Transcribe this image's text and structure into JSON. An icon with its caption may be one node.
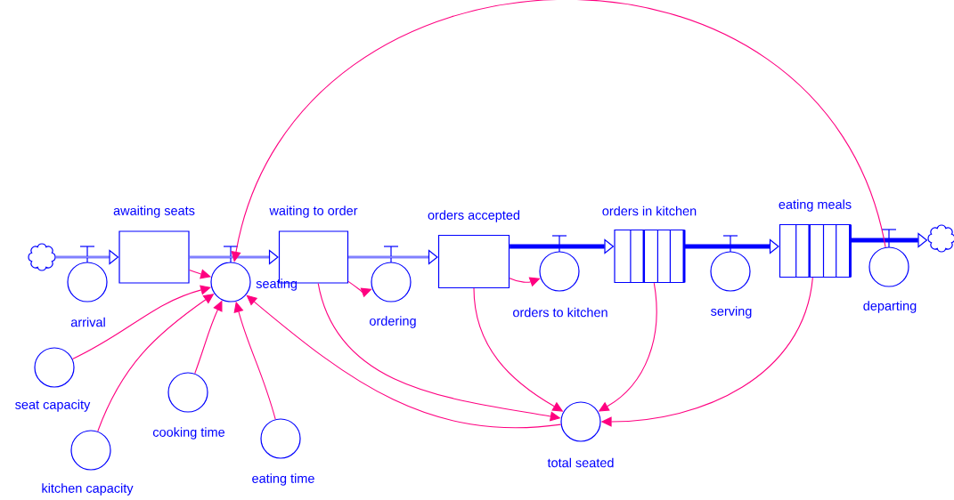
{
  "diagram": {
    "nodes": [
      {
        "text": [],
        "shape": "cloud"
      },
      {
        "text": [
          "awaiting seats"
        ]
      },
      {
        "text": [
          "waiting to order"
        ]
      },
      {
        "text": [
          "orders accepted"
        ]
      },
      {
        "text": [
          "orders in kitchen"
        ]
      },
      {
        "text": [
          "eating meals"
        ]
      },
      {
        "text": [],
        "shape": "cloud"
      },
      {
        "text": [
          "arrival"
        ]
      },
      {
        "text": [
          "seating"
        ]
      },
      {
        "text": [
          "ordering"
        ]
      },
      {
        "text": [
          "orders to kitchen"
        ]
      },
      {
        "text": [
          "serving"
        ]
      },
      {
        "text": [
          "departing"
        ]
      },
      {
        "text": [
          "seat capacity"
        ]
      },
      {
        "text": [
          "kitchen capacity"
        ]
      },
      {
        "text": [
          "cooking time"
        ]
      },
      {
        "text": [
          "eating time"
        ]
      },
      {
        "text": [
          "total seated"
        ]
      }
    ],
    "edges": [
      {
        "from": 0,
        "to": 1,
        "arrow": "to",
        "color": "#0000ff"
      },
      {
        "from": 1,
        "to": 2,
        "arrow": "to",
        "color": "#0000ff"
      },
      {
        "from": 2,
        "to": 3,
        "arrow": "to",
        "color": "#0000ff"
      },
      {
        "from": 3,
        "to": 4,
        "arrow": "to",
        "color": "#0000ff",
        "style": "thick"
      },
      {
        "from": 4,
        "to": 5,
        "arrow": "to",
        "color": "#0000ff",
        "style": "thick"
      },
      {
        "from": 5,
        "to": 6,
        "arrow": "to",
        "color": "#0000ff",
        "style": "thick"
      },
      {
        "from": 1,
        "to": 8,
        "arrow": "to"
      },
      {
        "from": 13,
        "to": 8,
        "arrow": "to"
      },
      {
        "from": 14,
        "to": 8,
        "arrow": "to"
      },
      {
        "from": 15,
        "to": 8,
        "arrow": "to"
      },
      {
        "from": 16,
        "to": 8,
        "arrow": "to"
      },
      {
        "from": 17,
        "to": 8,
        "arrow": "to"
      },
      {
        "from": 12,
        "to": 8,
        "arrow": "to"
      },
      {
        "from": 2,
        "to": 9,
        "arrow": "to"
      },
      {
        "from": 2,
        "to": 17,
        "arrow": "to"
      },
      {
        "from": 3,
        "to": 10,
        "arrow": "to"
      },
      {
        "from": 3,
        "to": 17,
        "arrow": "to"
      },
      {
        "from": 4,
        "to": 17,
        "arrow": "to"
      },
      {
        "from": 5,
        "to": 17,
        "arrow": "to"
      }
    ]
  }
}
